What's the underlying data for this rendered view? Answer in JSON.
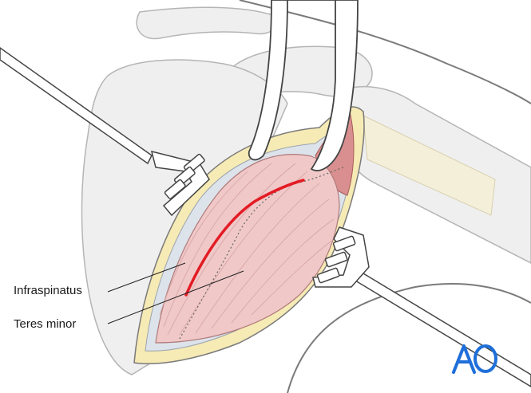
{
  "labels": {
    "infraspinatus": "Infraspinatus",
    "teres_minor": "Teres minor"
  },
  "logo": {
    "text": "AO",
    "color": "#1e6fd9"
  },
  "colors": {
    "muscle": "#f0c8c8",
    "muscle_dark": "#d98f8f",
    "incision": "#e31b23",
    "fat": "#f6eab5",
    "bone": "#f2f2f2",
    "outline": "#4a4a4a"
  }
}
